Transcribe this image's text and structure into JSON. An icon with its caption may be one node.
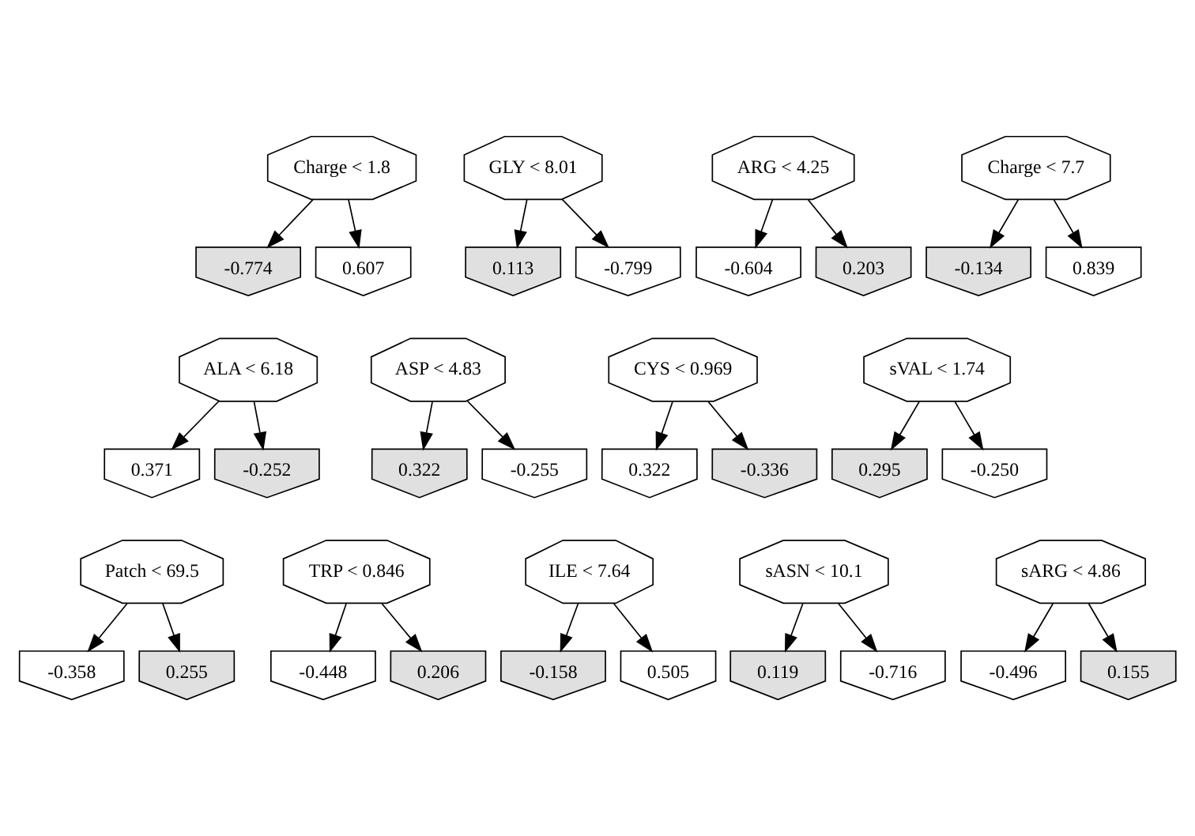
{
  "diagram": {
    "nodes": [
      {
        "text": [
          "Charge < 1.8"
        ]
      },
      {
        "text": [
          "-0.774"
        ]
      },
      {
        "text": [
          "0.607"
        ]
      },
      {
        "text": [
          "GLY < 8.01"
        ]
      },
      {
        "text": [
          "0.113"
        ]
      },
      {
        "text": [
          "-0.799"
        ]
      },
      {
        "text": [
          "ARG < 4.25"
        ]
      },
      {
        "text": [
          "-0.604"
        ]
      },
      {
        "text": [
          "0.203"
        ]
      },
      {
        "text": [
          "Charge < 7.7"
        ]
      },
      {
        "text": [
          "-0.134"
        ]
      },
      {
        "text": [
          "0.839"
        ]
      },
      {
        "text": [
          "ALA < 6.18"
        ]
      },
      {
        "text": [
          "0.371"
        ]
      },
      {
        "text": [
          "-0.252"
        ]
      },
      {
        "text": [
          "ASP < 4.83"
        ]
      },
      {
        "text": [
          "0.322"
        ]
      },
      {
        "text": [
          "-0.255"
        ]
      },
      {
        "text": [
          "CYS < 0.969"
        ]
      },
      {
        "text": [
          "0.322"
        ]
      },
      {
        "text": [
          "-0.336"
        ]
      },
      {
        "text": [
          "sVAL < 1.74"
        ]
      },
      {
        "text": [
          "0.295"
        ]
      },
      {
        "text": [
          "-0.250"
        ]
      },
      {
        "text": [
          "Patch < 69.5"
        ]
      },
      {
        "text": [
          "-0.358"
        ]
      },
      {
        "text": [
          "0.255"
        ]
      },
      {
        "text": [
          "TRP < 0.846"
        ]
      },
      {
        "text": [
          "-0.448"
        ]
      },
      {
        "text": [
          "0.206"
        ]
      },
      {
        "text": [
          "ILE < 7.64"
        ]
      },
      {
        "text": [
          "-0.158"
        ]
      },
      {
        "text": [
          "0.505"
        ]
      },
      {
        "text": [
          "sASN < 10.1"
        ]
      },
      {
        "text": [
          "0.119"
        ]
      },
      {
        "text": [
          "-0.716"
        ]
      },
      {
        "text": [
          "sARG < 4.86"
        ]
      },
      {
        "text": [
          "-0.496"
        ]
      },
      {
        "text": [
          "0.155"
        ]
      }
    ],
    "edges": [
      {
        "from": 0,
        "to": 1,
        "arrow": "to"
      },
      {
        "from": 0,
        "to": 2,
        "arrow": "to"
      },
      {
        "from": 3,
        "to": 4,
        "arrow": "to"
      },
      {
        "from": 3,
        "to": 5,
        "arrow": "to"
      },
      {
        "from": 6,
        "to": 7,
        "arrow": "to"
      },
      {
        "from": 6,
        "to": 8,
        "arrow": "to"
      },
      {
        "from": 9,
        "to": 10,
        "arrow": "to"
      },
      {
        "from": 9,
        "to": 11,
        "arrow": "to"
      },
      {
        "from": 12,
        "to": 13,
        "arrow": "to"
      },
      {
        "from": 12,
        "to": 14,
        "arrow": "to"
      },
      {
        "from": 15,
        "to": 16,
        "arrow": "to"
      },
      {
        "from": 15,
        "to": 17,
        "arrow": "to"
      },
      {
        "from": 18,
        "to": 19,
        "arrow": "to"
      },
      {
        "from": 18,
        "to": 20,
        "arrow": "to"
      },
      {
        "from": 21,
        "to": 22,
        "arrow": "to"
      },
      {
        "from": 21,
        "to": 23,
        "arrow": "to"
      },
      {
        "from": 24,
        "to": 25,
        "arrow": "to"
      },
      {
        "from": 24,
        "to": 26,
        "arrow": "to"
      },
      {
        "from": 27,
        "to": 28,
        "arrow": "to"
      },
      {
        "from": 27,
        "to": 29,
        "arrow": "to"
      },
      {
        "from": 30,
        "to": 31,
        "arrow": "to"
      },
      {
        "from": 30,
        "to": 32,
        "arrow": "to"
      },
      {
        "from": 33,
        "to": 34,
        "arrow": "to"
      },
      {
        "from": 33,
        "to": 35,
        "arrow": "to"
      },
      {
        "from": 36,
        "to": 37,
        "arrow": "to"
      },
      {
        "from": 36,
        "to": 38,
        "arrow": "to"
      }
    ]
  }
}
